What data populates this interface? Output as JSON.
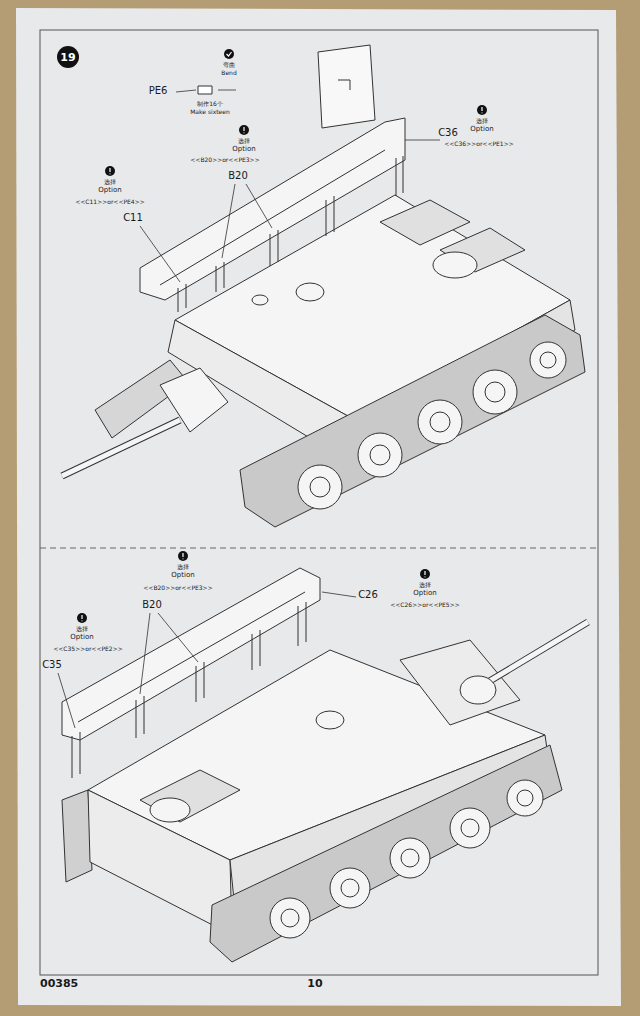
{
  "diagram": {
    "nodes": [
      {
        "text": [
          "19"
        ]
      }
    ],
    "labels": [
      "PE6",
      "弯曲",
      "Bend",
      "制作16个",
      "Make sixteen",
      "选择",
      "Option",
      "<<B20>>or<<PE3>>",
      "B20",
      "选择",
      "Option",
      "<<C36>>or<<PE1>>",
      "C36",
      "选择",
      "Option",
      "<<C11>>or<<PE4>>",
      "C11",
      "选择",
      "Option",
      "<<B20>>or<<PE3>>",
      "B20",
      "选择",
      "Option",
      "<<C26>>or<<PE5>>",
      "C26",
      "选择",
      "Option",
      "<<C35>>or<<PE2>>",
      "C35",
      "00385",
      "10"
    ]
  }
}
